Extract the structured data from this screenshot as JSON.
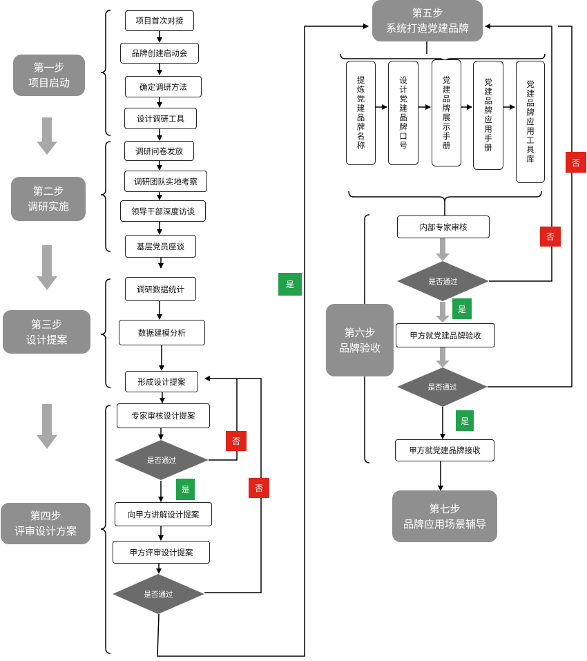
{
  "steps": {
    "s1": [
      "第一步",
      "项目启动"
    ],
    "s2": [
      "第二步",
      "调研实施"
    ],
    "s3": [
      "第三步",
      "设计提案"
    ],
    "s4": [
      "第四步",
      "评审设计方案"
    ],
    "s5": [
      "第五步",
      "系统打造党建品牌"
    ],
    "s6": [
      "第六步",
      "品牌验收"
    ],
    "s7": [
      "第七步",
      "品牌应用场景辅导"
    ]
  },
  "boxes": {
    "b1": "项目首次对接",
    "b2": "品牌创建启动会",
    "b3": "确定调研方法",
    "b4": "设计调研工具",
    "b5": "调研问卷发放",
    "b6": "调研团队实地考察",
    "b7": "领导干部深度访谈",
    "b8": "基层党员座谈",
    "b9": "调研数据统计",
    "b10": "数据建模分析",
    "b11": "形成设计提案",
    "b12": "专家审核设计提案",
    "b13": "向甲方讲解设计提案",
    "b14": "甲方评审设计提案",
    "b15": "内部专家审核",
    "b16": "甲方就党建品牌验收",
    "b17": "甲方就党建品牌接收"
  },
  "vboxes": {
    "v1": "提炼党建品牌名称",
    "v2": "设计党建品牌口号",
    "v3": "党建品牌展示手册",
    "v4": "党建品牌应用手册",
    "v5": "党建品牌应用工具库"
  },
  "decision_label": "是否通过",
  "yes_label": "是",
  "no_label": "否",
  "colors": {
    "step_fill": "#8f8f8f",
    "decision_fill": "#6b6b6b",
    "gray_arrow": "#a8a8a8",
    "yes_tag": "#21a14a",
    "no_tag": "#e2231a"
  }
}
